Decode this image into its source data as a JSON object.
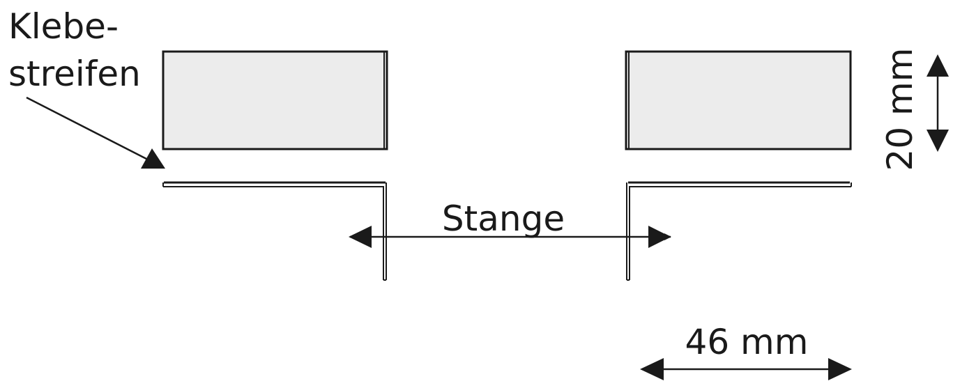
{
  "labels": {
    "adhesive_line1": "Klebe-",
    "adhesive_line2": "streifen",
    "rod": "Stange",
    "height": "20 mm",
    "width": "46 mm"
  },
  "colors": {
    "stroke": "#1a1a1a",
    "panel_fill": "#ececec"
  }
}
